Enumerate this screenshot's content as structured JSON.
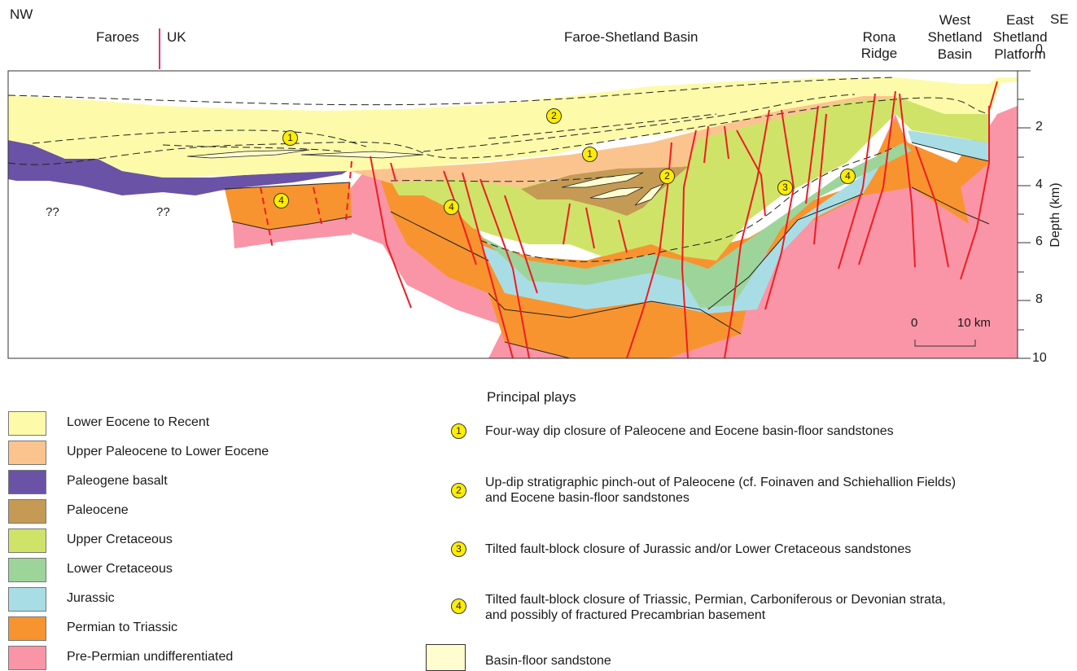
{
  "header": {
    "nw": "NW",
    "se": "SE",
    "faroes": "Faroes",
    "uk": "UK",
    "basin": "Faroe-Shetland Basin",
    "rona1": "Rona",
    "rona2": "Ridge",
    "wsb1": "West",
    "wsb2": "Shetland",
    "wsb3": "Basin",
    "esp1": "East",
    "esp2": "Shetland",
    "esp3": "Platform"
  },
  "depth_axis": {
    "label": "Depth (km)",
    "ticks": [
      "0",
      "2",
      "4",
      "6",
      "8",
      "10"
    ]
  },
  "scale_bar": {
    "start": "0",
    "end": "10 km"
  },
  "unknown_marks": [
    "??",
    "??"
  ],
  "colors": {
    "lower_eocene_recent": "#fdfbaa",
    "upper_paleocene_lower_eocene": "#fbc48f",
    "paleogene_basalt": "#6a52a6",
    "paleocene": "#c59a55",
    "upper_cretaceous": "#cfe369",
    "lower_cretaceous": "#9dd49a",
    "jurassic": "#a8dde6",
    "permian_triassic": "#f7942f",
    "pre_permian": "#f995a6",
    "basin_floor_sandstone": "#fffdd0",
    "fault": "#ee1c25",
    "play_marker": "#ffed00"
  },
  "legend": [
    "Lower Eocene to Recent",
    "Upper Paleocene to Lower Eocene",
    "Paleogene basalt",
    "Paleocene",
    "Upper Cretaceous",
    "Lower Cretaceous",
    "Jurassic",
    "Permian to Triassic",
    "Pre-Permian undifferentiated"
  ],
  "plays": {
    "title": "Principal plays",
    "items": [
      {
        "num": "1",
        "text": "Four-way dip closure of Paleocene and Eocene basin-floor sandstones"
      },
      {
        "num": "2",
        "text1": "Up-dip stratigraphic pinch-out of Paleocene (cf. Foinaven and Schiehallion Fields)",
        "text2": "and Eocene basin-floor sandstones"
      },
      {
        "num": "3",
        "text": "Tilted fault-block closure of Jurassic and/or Lower Cretaceous sandstones"
      },
      {
        "num": "4",
        "text1": "Tilted fault-block closure of Triassic, Permian, Carboniferous or Devonian strata,",
        "text2": "and possibly of fractured Precambrian basement"
      }
    ],
    "sandstone": "Basin-floor sandstone"
  },
  "section_markers": [
    "1",
    "2",
    "1",
    "2",
    "3",
    "4",
    "4",
    "4"
  ]
}
